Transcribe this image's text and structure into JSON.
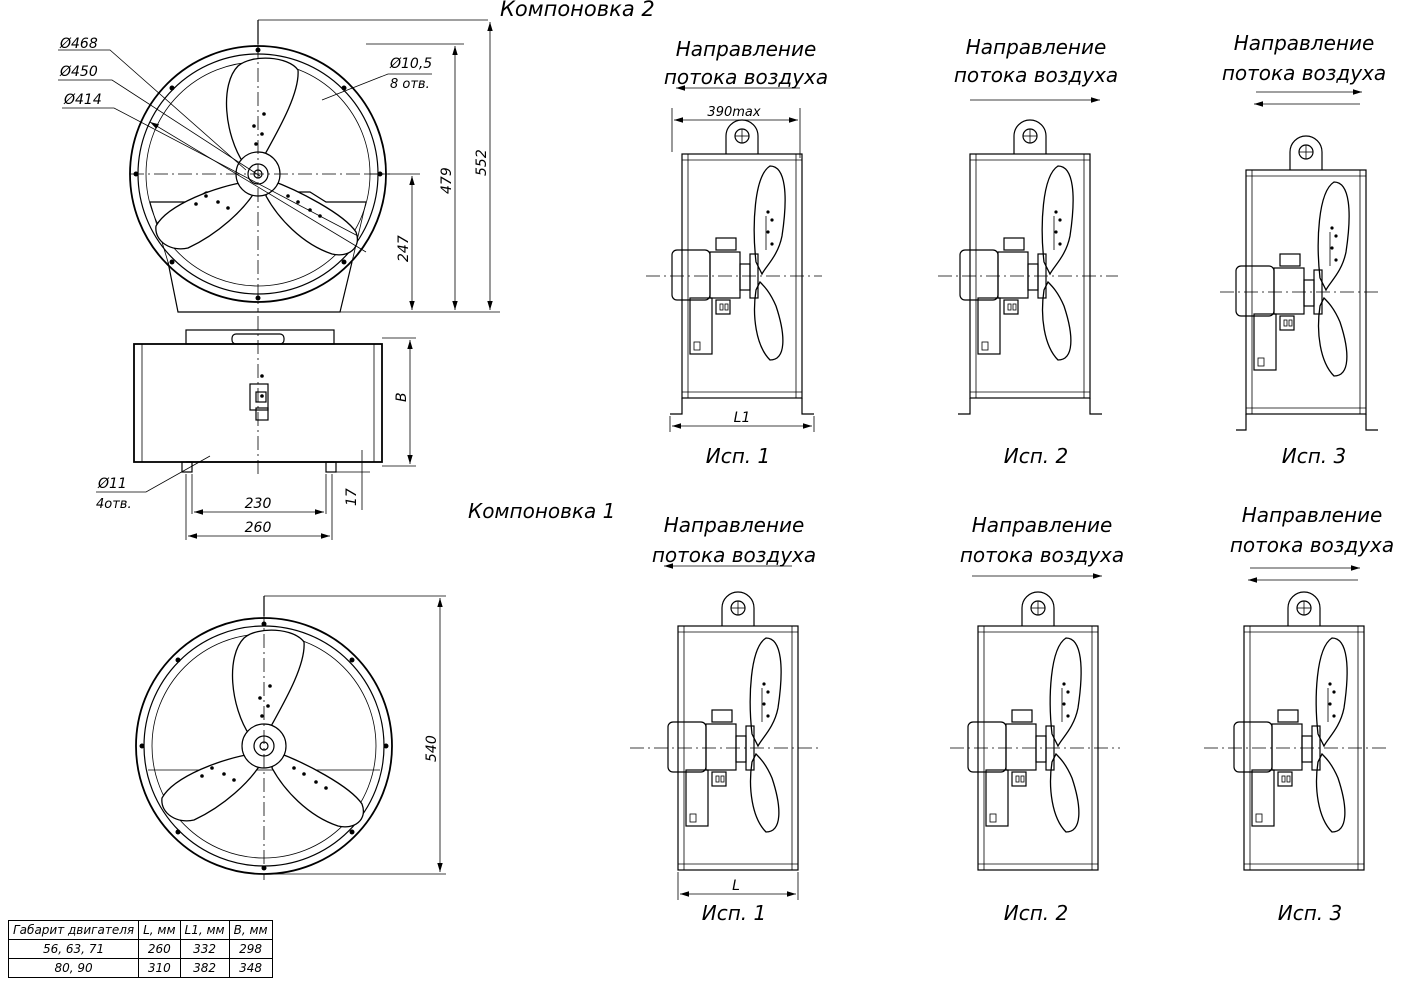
{
  "labels": {
    "layout2": "Компоновка 2",
    "layout1": "Компоновка 1",
    "airflow_line1": "Направление",
    "airflow_line2": "потока воздуха",
    "ver1": "Исп. 1",
    "ver2": "Исп. 2",
    "ver3": "Исп. 3"
  },
  "dimensions": {
    "d468": "Ø468",
    "d450": "Ø450",
    "d414": "Ø414",
    "d10_5": "Ø10,5",
    "holes8": "8 отв.",
    "h479": "479",
    "h552": "552",
    "h247": "247",
    "b": "B",
    "d11": "Ø11",
    "holes4": "4отв.",
    "w230": "230",
    "w260": "260",
    "h17": "17",
    "h540": "540",
    "max390": "390max",
    "l1": "L1",
    "l": "L"
  },
  "table": {
    "headers": [
      "Габарит двигателя",
      "L, мм",
      "L1, мм",
      "B, мм"
    ],
    "rows": [
      [
        "56, 63, 71",
        "260",
        "332",
        "298"
      ],
      [
        "80, 90",
        "310",
        "382",
        "348"
      ]
    ]
  }
}
